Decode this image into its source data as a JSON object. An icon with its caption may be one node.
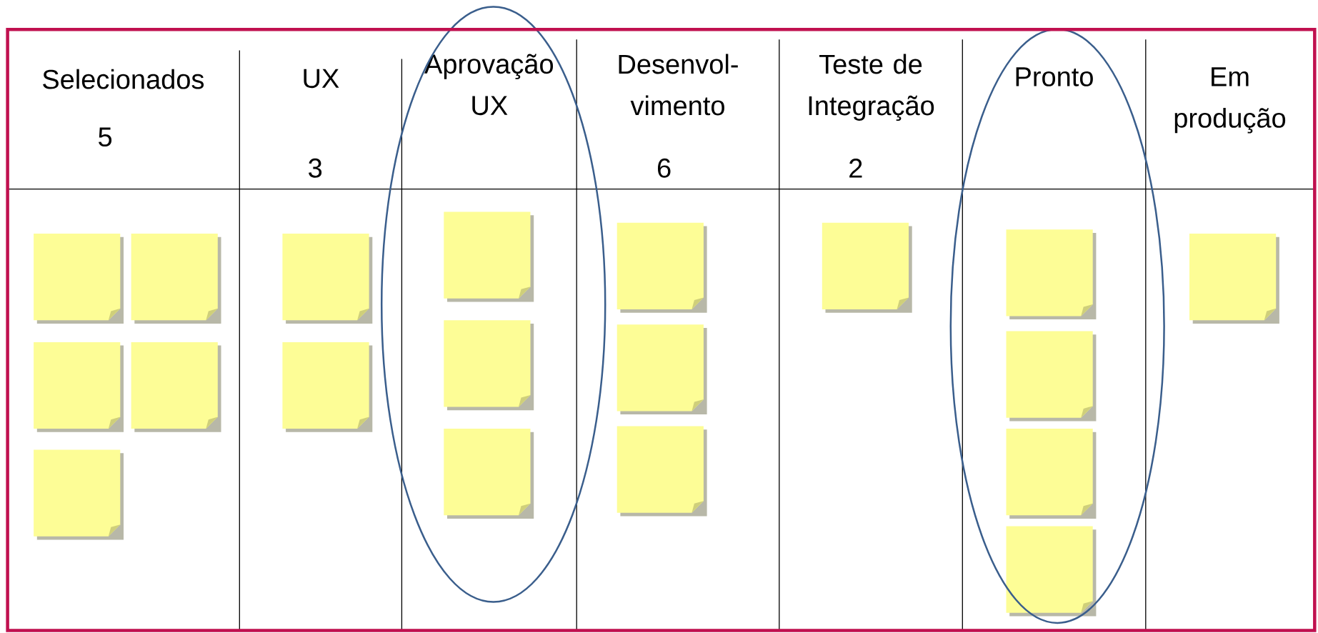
{
  "diagram": {
    "nodes": [
      {
        "text": [
          "Selecionados",
          "5"
        ]
      },
      {
        "text": [],
        "shape": "note",
        "in": 0
      },
      {
        "text": [],
        "shape": "note",
        "in": 0
      },
      {
        "text": [],
        "shape": "note",
        "in": 0
      },
      {
        "text": [],
        "shape": "note",
        "in": 0
      },
      {
        "text": [],
        "shape": "note",
        "in": 0
      },
      {
        "text": [
          "UX",
          "3"
        ]
      },
      {
        "text": [],
        "shape": "note",
        "in": 6
      },
      {
        "text": [],
        "shape": "note",
        "in": 6
      },
      {
        "text": [
          "Aprovação UX"
        ]
      },
      {
        "text": [],
        "shape": "note",
        "in": 9
      },
      {
        "text": [],
        "shape": "note",
        "in": 9
      },
      {
        "text": [],
        "shape": "note",
        "in": 9
      },
      {
        "text": [
          "Desenvol- vimento",
          "6"
        ]
      },
      {
        "text": [],
        "shape": "note",
        "in": 13
      },
      {
        "text": [],
        "shape": "note",
        "in": 13
      },
      {
        "text": [],
        "shape": "note",
        "in": 13
      },
      {
        "text": [
          "Teste de Integração",
          "2"
        ]
      },
      {
        "text": [],
        "shape": "note",
        "in": 17
      },
      {
        "text": [
          "Pronto"
        ]
      },
      {
        "text": [],
        "shape": "note",
        "in": 19
      },
      {
        "text": [],
        "shape": "note",
        "in": 19
      },
      {
        "text": [],
        "shape": "note",
        "in": 19
      },
      {
        "text": [],
        "shape": "note",
        "in": 19
      },
      {
        "text": [
          "Em produção"
        ]
      },
      {
        "text": [],
        "shape": "note",
        "in": 24
      }
    ]
  }
}
